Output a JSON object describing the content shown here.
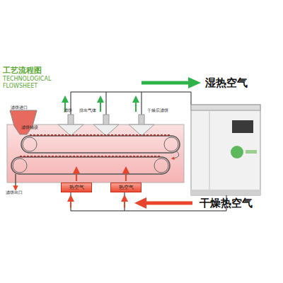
{
  "diagram": {
    "title": "工艺流程图",
    "nodes": [
      {
        "text": [
          "热空气"
        ]
      },
      {
        "text": [
          "热空气"
        ]
      }
    ],
    "labels": [
      "TECHNOLOGICAL FLOWSHEET",
      "滤饼进口",
      "滤饼铺设",
      "滤饼",
      "排出气体",
      "干燥后滤饼",
      "滤饼出口",
      "湿热空气",
      "干燥热空气"
    ]
  }
}
